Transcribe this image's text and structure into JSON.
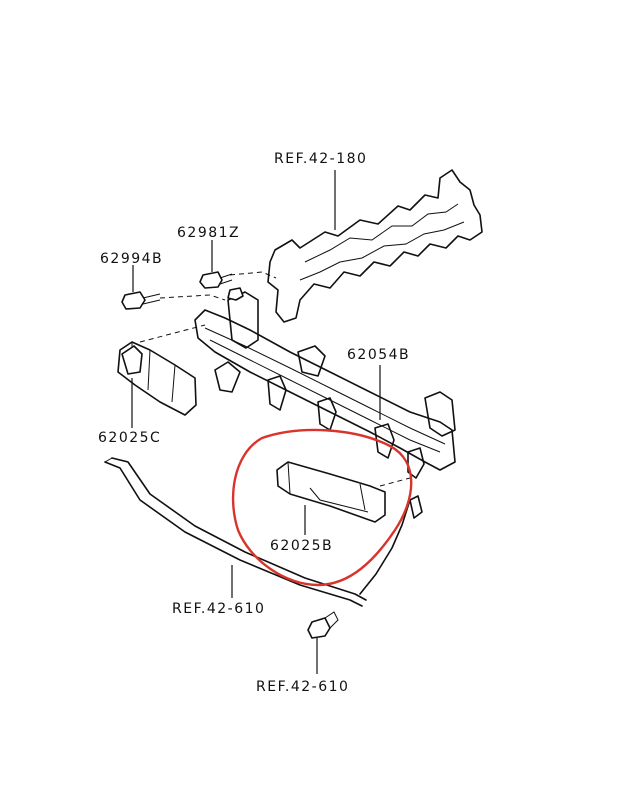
{
  "diagram": {
    "labels": {
      "ref_top": "REF.42-180",
      "p62981z": "62981Z",
      "p62994b": "62994B",
      "p62054b": "62054B",
      "p62025c": "62025C",
      "p62025b": "62025B",
      "ref_mid": "REF.42-610",
      "ref_bottom": "REF.42-610"
    },
    "highlight_color": "#d9342b",
    "line_color": "#111111"
  }
}
